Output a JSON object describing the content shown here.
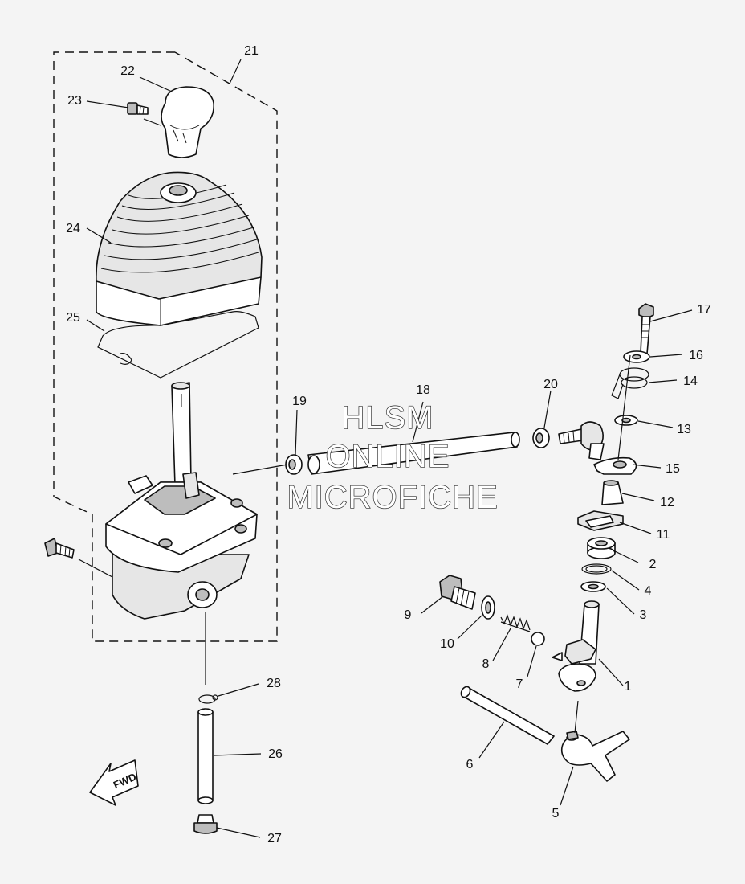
{
  "watermark": {
    "line1": "HLSM",
    "line2": "ONLINE",
    "line3": "MICROFICHE"
  },
  "direction_label": "FWD",
  "callouts": {
    "c1": "1",
    "c2": "2",
    "c3": "3",
    "c4": "4",
    "c5": "5",
    "c6": "6",
    "c7": "7",
    "c8": "8",
    "c9": "9",
    "c10": "10",
    "c11": "11",
    "c12": "12",
    "c13": "13",
    "c14": "14",
    "c15": "15",
    "c16": "16",
    "c17": "17",
    "c18": "18",
    "c19": "19",
    "c20": "20",
    "c21": "21",
    "c22": "22",
    "c23": "23",
    "c24": "24",
    "c25": "25",
    "c26": "26",
    "c27": "27",
    "c28": "28"
  },
  "colors": {
    "background": "#f4f4f4",
    "ink": "#111111",
    "part_fill": "#ffffff",
    "shade": "#e6e6e6"
  }
}
